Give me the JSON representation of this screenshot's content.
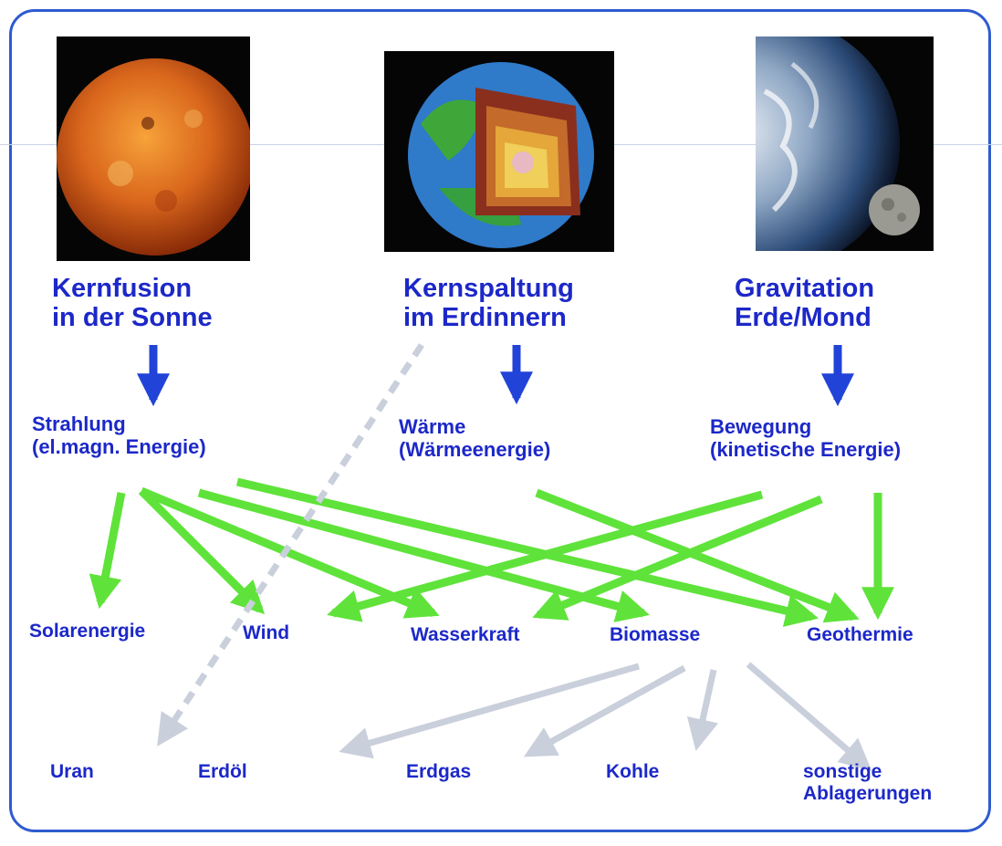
{
  "sources": [
    {
      "label": "Kernfusion\nin der Sonne",
      "image_icon": "sun-icon"
    },
    {
      "label": "Kernspaltung\nim Erdinnern",
      "image_icon": "earth-core-cutaway-icon"
    },
    {
      "label": "Gravitation\nErde/Mond",
      "image_icon": "earth-moon-icon"
    }
  ],
  "energy_forms": [
    {
      "label": "Strahlung\n(el.magn. Energie)"
    },
    {
      "label": "Wärme\n(Wärmeenergie)"
    },
    {
      "label": "Bewegung\n(kinetische Energie)"
    }
  ],
  "renewables": [
    {
      "label": "Solarenergie"
    },
    {
      "label": "Wind"
    },
    {
      "label": "Wasserkraft"
    },
    {
      "label": "Biomasse"
    },
    {
      "label": "Geothermie"
    }
  ],
  "fuels": [
    {
      "label": "Uran"
    },
    {
      "label": "Erdöl"
    },
    {
      "label": "Erdgas"
    },
    {
      "label": "Kohle"
    },
    {
      "label": "sonstige\nAblagerungen"
    }
  ],
  "colors": {
    "text": "#1c28c8",
    "blue_arrow": "#2143d8",
    "green_arrow": "#5fe33a",
    "grey_arrow": "#c9cfdb",
    "frame": "#2f5bd0"
  }
}
